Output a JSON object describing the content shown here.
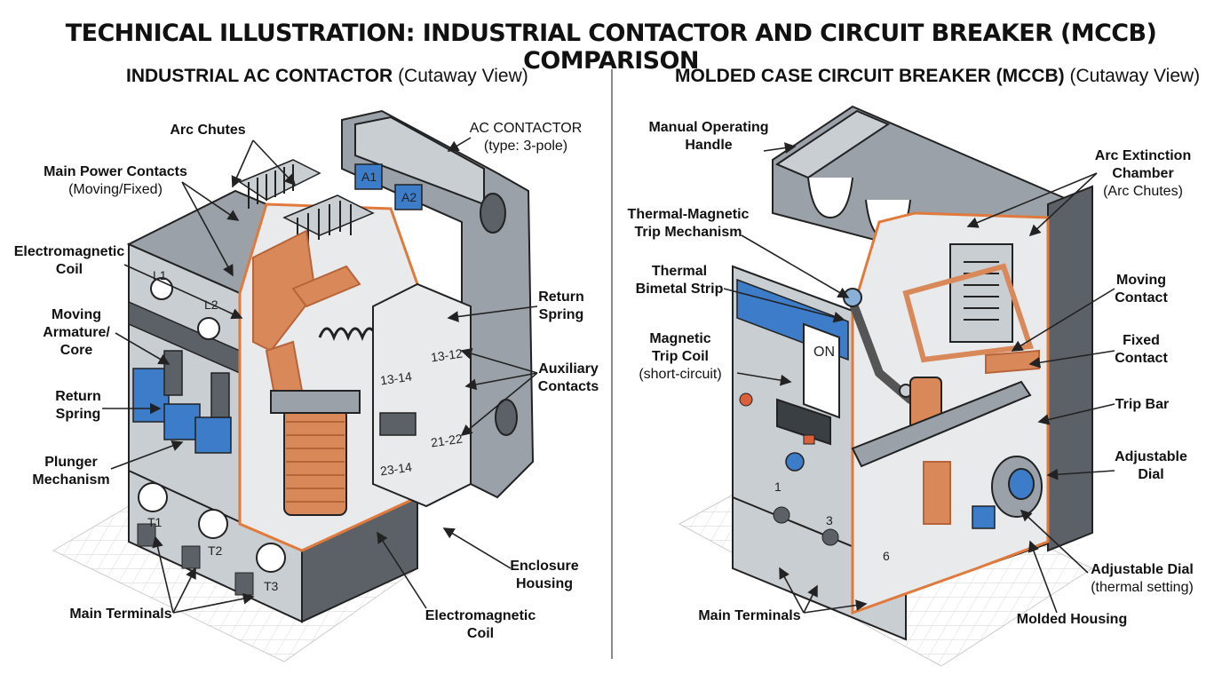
{
  "title": "TECHNICAL ILLUSTRATION: INDUSTRIAL CONTACTOR AND CIRCUIT BREAKER (MCCB) COMPARISON",
  "left_panel": {
    "heading": "INDUSTRIAL AC CONTACTOR",
    "heading_suffix": "(Cutaway View)",
    "labels": {
      "arc_chutes": "Arc Chutes",
      "ac_contactor": "AC CONTACTOR",
      "ac_contactor_type": "(type: 3-pole)",
      "main_power_contacts": "Main Power Contacts",
      "main_power_contacts_sub": "(Moving/Fixed)",
      "electromagnetic_coil_top_1": "Electromagnetic",
      "electromagnetic_coil_top_2": "Coil",
      "moving_armature_1": "Moving",
      "moving_armature_2": "Armature/",
      "moving_armature_3": "Core",
      "return_spring_left_1": "Return",
      "return_spring_left_2": "Spring",
      "plunger_mechanism_1": "Plunger",
      "plunger_mechanism_2": "Mechanism",
      "return_spring_right_1": "Return",
      "return_spring_right_2": "Spring",
      "auxiliary_contacts_1": "Auxiliary",
      "auxiliary_contacts_2": "Contacts",
      "enclosure_housing_1": "Enclosure",
      "enclosure_housing_2": "Housing",
      "electromagnetic_coil_bottom_1": "Electromagnetic",
      "electromagnetic_coil_bottom_2": "Coil",
      "main_terminals": "Main Terminals"
    },
    "markings": {
      "a1": "A1",
      "a2": "A2",
      "l1": "L1",
      "l2": "L2",
      "t1": "T1",
      "t2": "T2",
      "t3": "T3",
      "aux_13_14_top": "13-14",
      "aux_13_12": "13-12",
      "aux_21_22": "21-22",
      "aux_23_14": "23-14"
    }
  },
  "right_panel": {
    "heading": "MOLDED CASE CIRCUIT BREAKER (MCCB)",
    "heading_suffix": "(Cutaway View)",
    "labels": {
      "manual_operating_handle_1": "Manual Operating",
      "manual_operating_handle_2": "Handle",
      "arc_extinction_chamber_1": "Arc Extinction",
      "arc_extinction_chamber_2": "Chamber",
      "arc_extinction_chamber_3": "(Arc Chutes)",
      "thermal_magnetic_trip_1": "Thermal-Magnetic",
      "thermal_magnetic_trip_2": "Trip Mechanism",
      "thermal_bimetal_1": "Thermal",
      "thermal_bimetal_2": "Bimetal Strip",
      "magnetic_trip_coil_1": "Magnetic",
      "magnetic_trip_coil_2": "Trip Coil",
      "magnetic_trip_coil_3": "(short-circuit)",
      "moving_contact_1": "Moving",
      "moving_contact_2": "Contact",
      "fixed_contact_1": "Fixed",
      "fixed_contact_2": "Contact",
      "trip_bar": "Trip Bar",
      "adjustable_dial_1": "Adjustable",
      "adjustable_dial_2": "Dial",
      "adjustable_dial_setting_1": "Adjustable Dial",
      "adjustable_dial_setting_2": "(thermal setting)",
      "molded_housing": "Molded Housing",
      "main_terminals": "Main Terminals"
    },
    "markings": {
      "on": "ON",
      "t1": "1",
      "t3": "3",
      "t6": "6"
    }
  },
  "colors": {
    "housing_light": "#c9ced3",
    "housing_mid": "#9aa1a8",
    "housing_dark": "#5b6167",
    "copper": "#d9885a",
    "copper_dark": "#b8643a",
    "accent_blue": "#3d7cc9",
    "cut_edge": "#e07a3c",
    "grid": "#d6d6d6"
  }
}
